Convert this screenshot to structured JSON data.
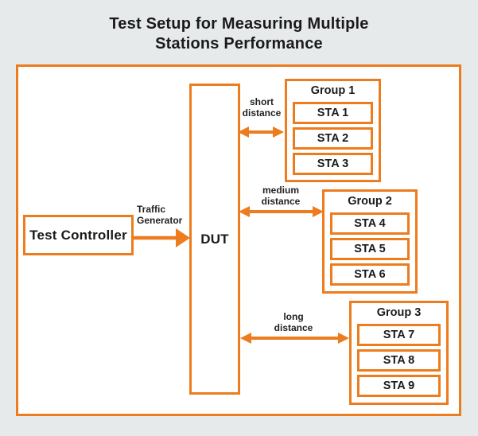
{
  "title": "Test Setup for Measuring Multiple\nStations Performance",
  "colors": {
    "accent": "#EC7C1D",
    "background": "#E7EAEB",
    "surface": "#FFFFFF",
    "text": "#1A1A1A"
  },
  "nodes": {
    "test_controller": "Test Controller",
    "dut": "DUT"
  },
  "links": {
    "traffic": {
      "label": "Traffic\nGenerator",
      "type": "one-way"
    },
    "short": {
      "label": "short\ndistance",
      "type": "two-way"
    },
    "medium": {
      "label": "medium\ndistance",
      "type": "two-way"
    },
    "long": {
      "label": "long\ndistance",
      "type": "two-way"
    }
  },
  "groups": [
    {
      "label": "Group 1",
      "stations": [
        "STA 1",
        "STA 2",
        "STA 3"
      ]
    },
    {
      "label": "Group 2",
      "stations": [
        "STA 4",
        "STA 5",
        "STA 6"
      ]
    },
    {
      "label": "Group 3",
      "stations": [
        "STA 7",
        "STA 8",
        "STA 9"
      ]
    }
  ]
}
